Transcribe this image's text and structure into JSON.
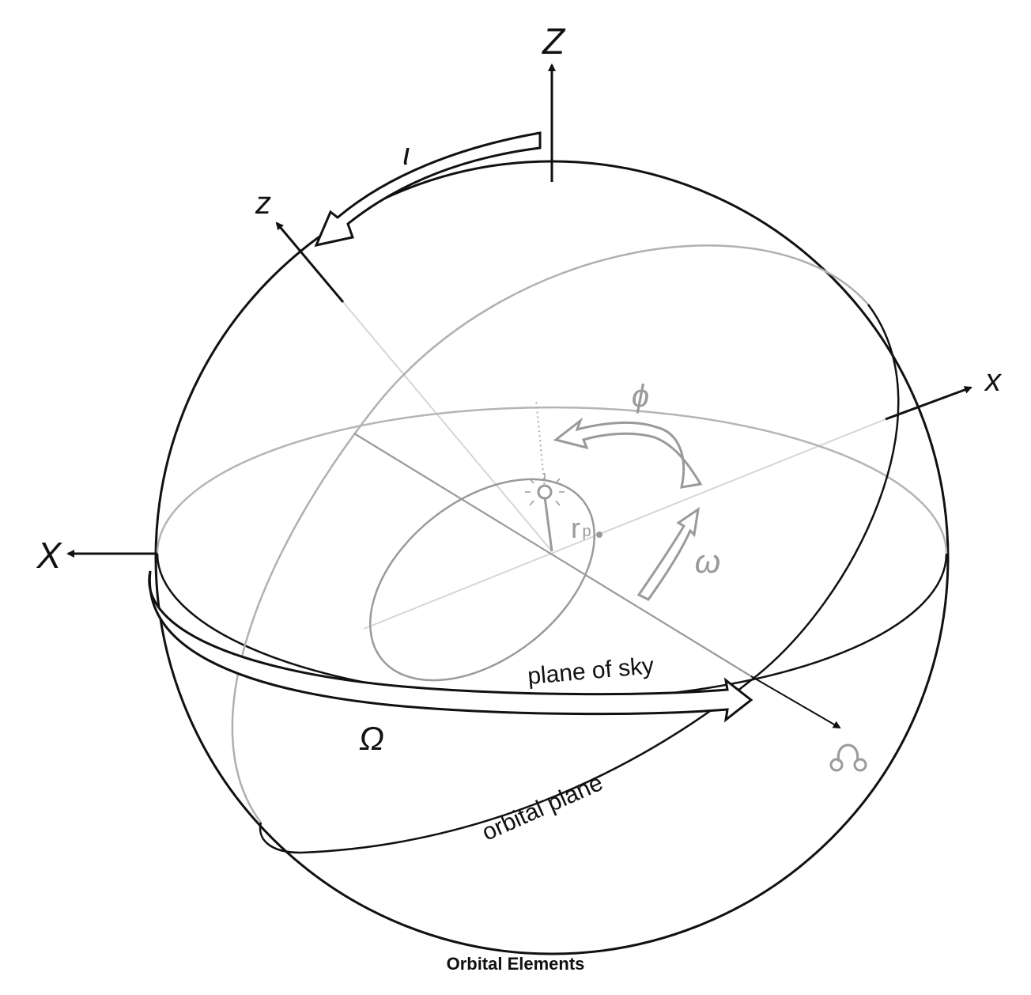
{
  "diagram": {
    "caption": "Orbital Elements",
    "axes": {
      "Z": "Z",
      "z": "z",
      "X": "X",
      "x": "x"
    },
    "angles": {
      "inclination": "ι",
      "longitude_node": "Ω",
      "argument_periapsis": "ω",
      "phase": "ϕ"
    },
    "labels": {
      "plane_of_sky": "plane of sky",
      "orbital_plane": "orbital plane",
      "r": "r",
      "p": "p"
    },
    "ascending_node_symbol": "☊",
    "colors": {
      "primary": "#111111",
      "secondary": "#9a9a9a",
      "light": "#cfcfcf"
    }
  }
}
